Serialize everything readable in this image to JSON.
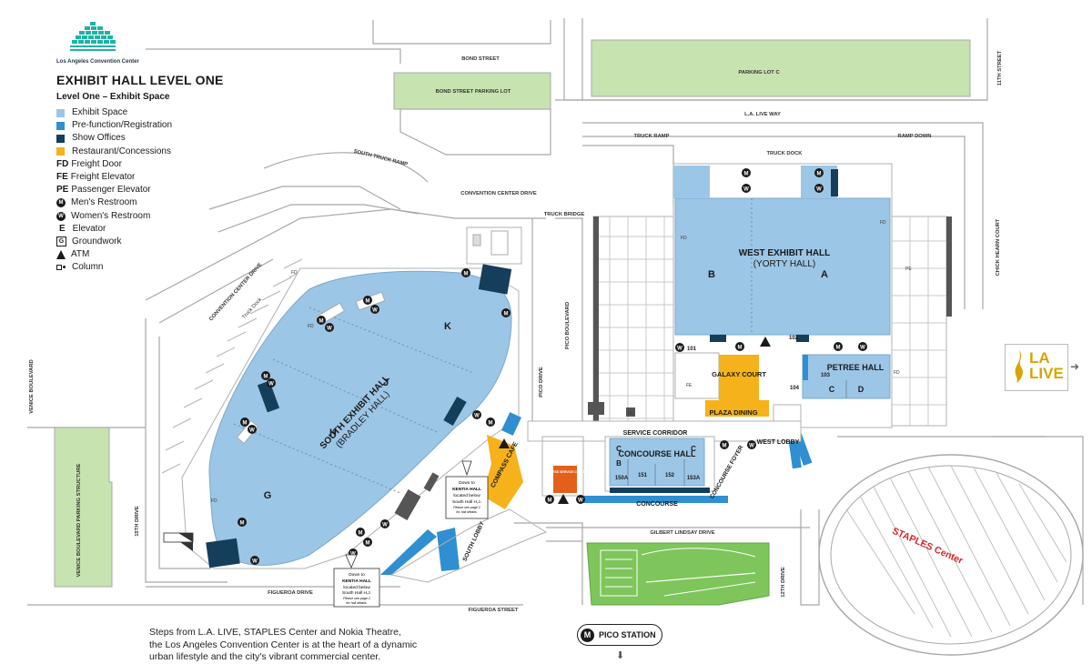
{
  "header": {
    "logo_text": "Los Angeles Convention Center",
    "title": "EXHIBIT HALL LEVEL ONE",
    "subtitle": "Level One – Exhibit Space"
  },
  "legend": [
    {
      "kind": "swatch",
      "color": "#9cc6e6",
      "label": "Exhibit Space"
    },
    {
      "kind": "swatch",
      "color": "#2f8fd1",
      "label": "Pre-function/Registration"
    },
    {
      "kind": "swatch",
      "color": "#143e5a",
      "label": "Show Offices"
    },
    {
      "kind": "swatch",
      "color": "#f5b21a",
      "label": "Restaurant/Concessions"
    },
    {
      "kind": "code",
      "code": "FD",
      "label": "Freight Door"
    },
    {
      "kind": "code",
      "code": "FE",
      "label": "Freight Elevator"
    },
    {
      "kind": "code",
      "code": "PE",
      "label": "Passenger Elevator"
    },
    {
      "kind": "circle",
      "code": "M",
      "label": "Men's Restroom"
    },
    {
      "kind": "circle",
      "code": "W",
      "label": "Women's Restroom"
    },
    {
      "kind": "code",
      "code": "E",
      "label": "Elevator"
    },
    {
      "kind": "box",
      "code": "G",
      "label": "Groundwork"
    },
    {
      "kind": "triangle",
      "code": "A",
      "label": "ATM"
    },
    {
      "kind": "column",
      "code": "",
      "label": "Column"
    }
  ],
  "streets": {
    "bond": "BOND STREET",
    "la_live_way": "L.A. LIVE WAY",
    "eleventh": "11TH STREET",
    "truck_ramp": "TRUCK RAMP",
    "ramp_down": "RAMP DOWN",
    "truck_dock": "TRUCK DOCK",
    "south_truck_ramp": "SOUTH TRUCK RAMP",
    "convention_center_drive_top": "CONVENTION CENTER DRIVE",
    "convention_center_drive_left": "CONVENTION CENTER DRIVE",
    "truck_dock_left": "Truck Dock",
    "truck_bridge": "TRUCK BRIDGE",
    "chick_hearn": "CHICK HEARN COURT",
    "venice_blvd": "VENICE BOULEVARD",
    "pico_blvd": "PICO BOULEVARD",
    "pico_drive": "PICO DRIVE",
    "fifteenth": "15TH DRIVE",
    "figueroa_drive": "FIGUEROA DRIVE",
    "figueroa_street": "FIGUEROA STREET",
    "gilbert_lindsay": "GILBERT LINDSAY DRIVE",
    "twelfth": "12TH DRIVE"
  },
  "lots": {
    "bond_lot": "BOND STREET PARKING LOT",
    "lot_c": "PARKING LOT C",
    "venice_structure": "VENICE BOULEVARD PARKING STRUCTURE"
  },
  "halls": {
    "west_name": "WEST EXHIBIT HALL",
    "west_sub": "(YORTY HALL)",
    "south_name": "SOUTH EXHIBIT HALL",
    "south_sub": "(BRADLEY HALL)",
    "petree": "PETREE HALL",
    "concourse_hall": "CONCOURSE HALL",
    "galaxy": "GALAXY COURT",
    "compass": "COMPASS CAFE",
    "plaza": "PLAZA DINING",
    "service_corridor": "SERVICE CORRIDOR",
    "concourse": "CONCOURSE",
    "concourse_foyer": "CONCOURSE FOYER",
    "west_lobby": "WEST LOBBY",
    "south_lobby": "SOUTH LOBBY",
    "business_center": "BUSINESS SERVICE CENTER",
    "staples": "STAPLES Center"
  },
  "hall_letters": {
    "b_west": "B",
    "a_west": "A",
    "k": "K",
    "j": "J",
    "h": "H",
    "g": "G",
    "c_petree": "C",
    "d_petree": "D",
    "b_conc": "B",
    "c_conc_left": "C",
    "c_conc_right": "C"
  },
  "room_numbers": {
    "r101": "101",
    "r102": "102",
    "r103": "103",
    "r104": "104",
    "r150a": "150A",
    "r151": "151",
    "r152": "152",
    "r153a": "153A"
  },
  "notes": {
    "kentia_1": [
      "Down to",
      "KENTIA HALL",
      "located below",
      "South Hall H,J.",
      "Please see page 2",
      "for hall details."
    ],
    "kentia_2": [
      "Down to",
      "KENTIA HALL",
      "located below",
      "South Hall H,J.",
      "Please see page 2",
      "for hall details."
    ]
  },
  "footer_lines": [
    "Steps from L.A. LIVE, STAPLES Center and Nokia Theatre,",
    "the Los Angeles Convention Center is at the heart of a dynamic",
    "urban lifestyle and the city's vibrant commercial center."
  ],
  "la_live": {
    "line1": "LA",
    "line2": "LIVE"
  },
  "pico_station": "PICO STATION",
  "colors": {
    "exhibit": "#9cc6e6",
    "prefunction": "#2f8fd1",
    "office": "#143e5a",
    "restaurant": "#f5b21a",
    "parking": "#c6e3b0",
    "park": "#7ec55b",
    "business": "#e4601a",
    "street": "#9a9a9a",
    "staples_text": "#d6262a"
  }
}
